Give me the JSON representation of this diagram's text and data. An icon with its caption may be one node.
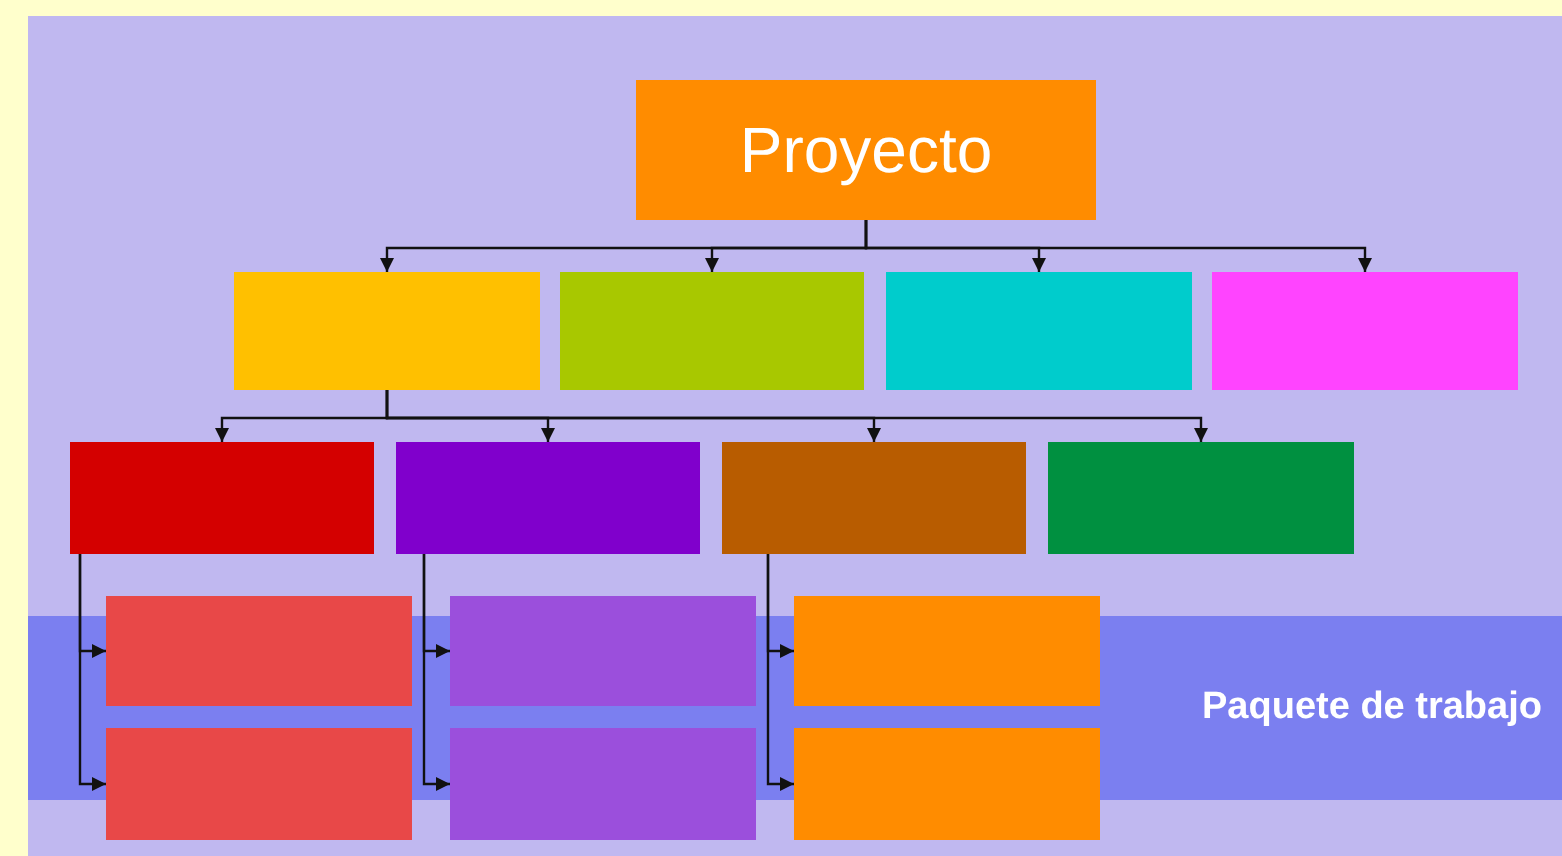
{
  "diagram": {
    "nodes": [
      {
        "text": [
          "Proyecto"
        ]
      },
      {
        "text": [],
        "shape": "box"
      },
      {
        "text": [],
        "shape": "box"
      },
      {
        "text": [],
        "shape": "box"
      },
      {
        "text": [],
        "shape": "box"
      },
      {
        "text": [],
        "shape": "box"
      },
      {
        "text": [],
        "shape": "box"
      },
      {
        "text": [],
        "shape": "box"
      },
      {
        "text": [],
        "shape": "box"
      },
      {
        "text": [],
        "shape": "box"
      },
      {
        "text": [],
        "shape": "box"
      },
      {
        "text": [],
        "shape": "box"
      },
      {
        "text": [],
        "shape": "box"
      },
      {
        "text": [],
        "shape": "box"
      },
      {
        "text": [],
        "shape": "box"
      },
      {
        "text": [
          "Paquete de trabajo"
        ]
      }
    ],
    "edges": [
      {
        "from": 0,
        "to": 1,
        "arrow": "to"
      },
      {
        "from": 0,
        "to": 2,
        "arrow": "to"
      },
      {
        "from": 0,
        "to": 3,
        "arrow": "to"
      },
      {
        "from": 0,
        "to": 4,
        "arrow": "to"
      },
      {
        "from": 1,
        "to": 5,
        "arrow": "to"
      },
      {
        "from": 1,
        "to": 6,
        "arrow": "to"
      },
      {
        "from": 1,
        "to": 7,
        "arrow": "to"
      },
      {
        "from": 1,
        "to": 8,
        "arrow": "to"
      },
      {
        "from": 5,
        "to": 9,
        "arrow": "to"
      },
      {
        "from": 5,
        "to": 10,
        "arrow": "to"
      },
      {
        "from": 6,
        "to": 11,
        "arrow": "to"
      },
      {
        "from": 6,
        "to": 12,
        "arrow": "to"
      },
      {
        "from": 7,
        "to": 13,
        "arrow": "to"
      },
      {
        "from": 7,
        "to": 14,
        "arrow": "to"
      }
    ]
  }
}
